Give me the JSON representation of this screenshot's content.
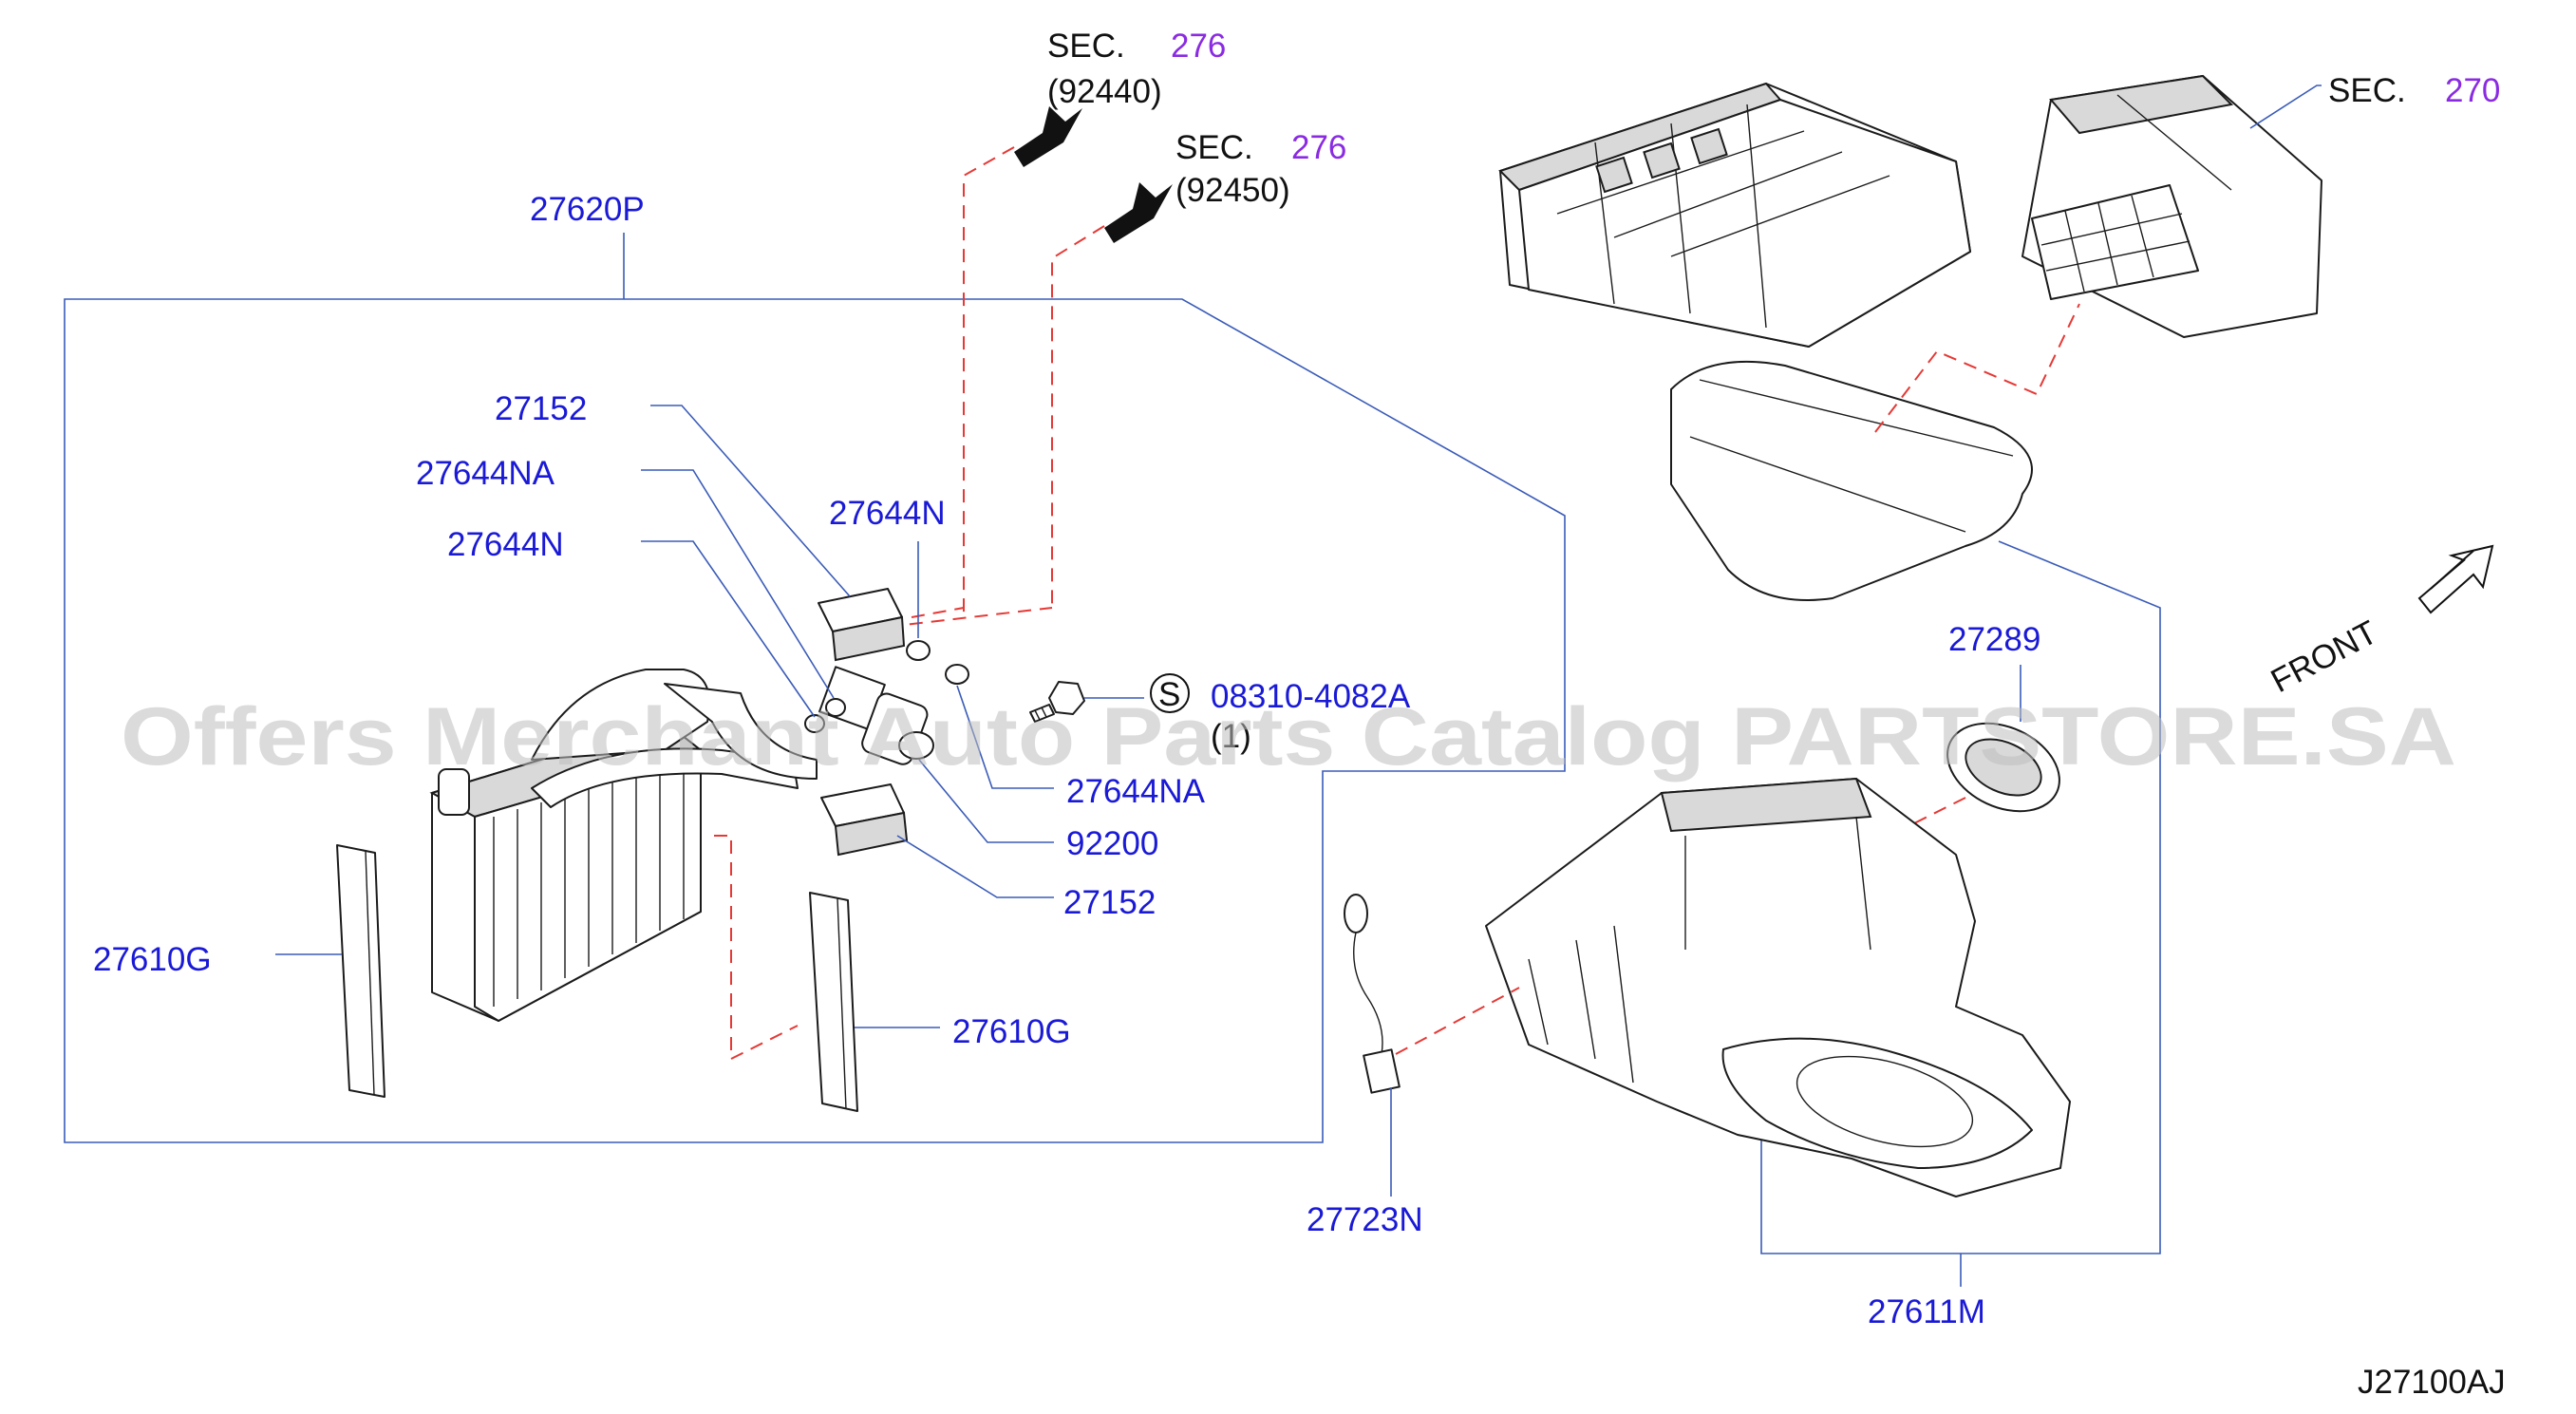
{
  "labels": {
    "sec276a_sec": "SEC.",
    "sec276a_num": "276",
    "sec276a_code": "(92440)",
    "sec276b_sec": "SEC.",
    "sec276b_num": "276",
    "sec276b_code": "(92450)",
    "sec270_sec": "SEC.",
    "sec270_num": "270",
    "p27620P": "27620P",
    "p27152_top": "27152",
    "p27644NA_top": "27644NA",
    "p27644N_left": "27644N",
    "p27644N_mid": "27644N",
    "p08310": "08310-4082A",
    "p08310_qty": "(1)",
    "p08310_sym": "S",
    "p27644NA_bot": "27644NA",
    "p92200": "92200",
    "p27152_bot": "27152",
    "p27610G_left": "27610G",
    "p27610G_right": "27610G",
    "p27289": "27289",
    "p27723N": "27723N",
    "p27611M": "27611M",
    "front": "FRONT",
    "diagram_code": "J27100AJ"
  },
  "watermark": "Offers Merchant Auto Parts Catalog PARTSTORE.SA",
  "colors": {
    "part_number": "#1a1ad6",
    "section_number": "#8a2be2",
    "leader_line": "#3a5bb8",
    "dashed_line": "#e53935"
  }
}
